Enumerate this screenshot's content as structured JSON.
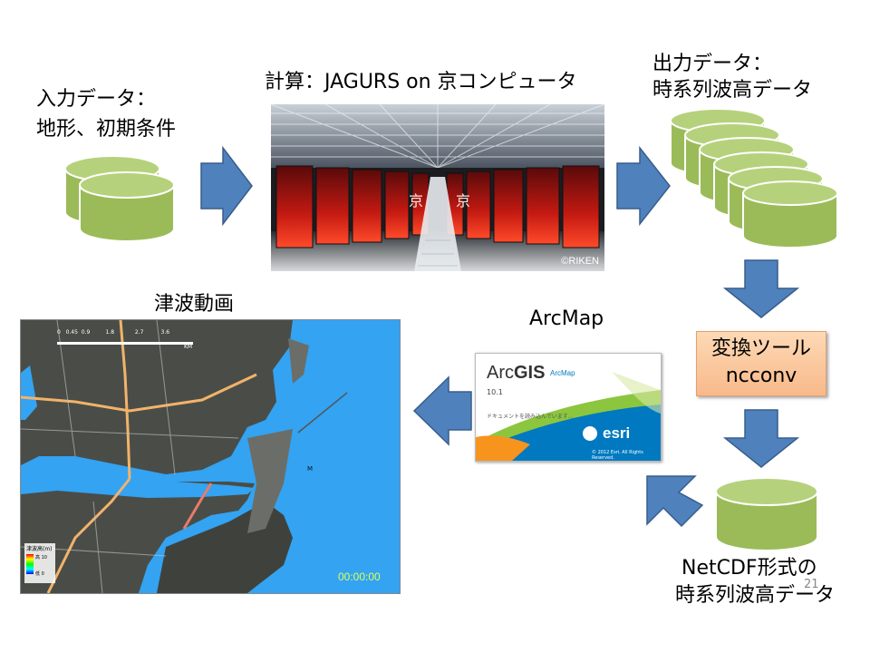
{
  "labels": {
    "input_title": "入力データ：",
    "input_sub": "地形、初期条件",
    "compute_title": "計算：JAGURS on 京コンピュータ",
    "output_title": "出力データ：",
    "output_sub": "時系列波高データ",
    "tool_line1": "変換ツール",
    "tool_line2": "ncconv",
    "netcdf_line1": "NetCDF形式の",
    "netcdf_line2": "時系列波高データ",
    "arcmap_title": "ArcMap",
    "movie_title": "津波動画",
    "page_number": "21"
  },
  "photo": {
    "credit": "©RIKEN",
    "kanji_left": "京",
    "kanji_right": "京"
  },
  "arcgis": {
    "brand_arc": "Arc",
    "brand_gis": "GIS",
    "product": "ArcMap",
    "version": "10.1",
    "loading": "ドキュメントを読み込んでいます...",
    "vendor": "esri",
    "copyright": "© 2012 Esri. All Rights Reserved."
  },
  "map": {
    "scale_ticks": [
      "0",
      "0.45",
      "0.9",
      "1.8",
      "2.7",
      "3.6"
    ],
    "scale_unit": "KM",
    "legend_title": "津波高(m)",
    "legend_high": "高 10",
    "legend_low": "低 0",
    "timestamp": "00:00:00",
    "place_label": "M"
  },
  "colors": {
    "cylinder_fill": "#9bbb59",
    "cylinder_top": "#c3d69b",
    "cylinder_stroke": "#ffffff",
    "arrow_fill": "#4f81bd",
    "arrow_stroke": "#385d8a",
    "sea": "#33a3f2",
    "land": "#4a4d47"
  }
}
